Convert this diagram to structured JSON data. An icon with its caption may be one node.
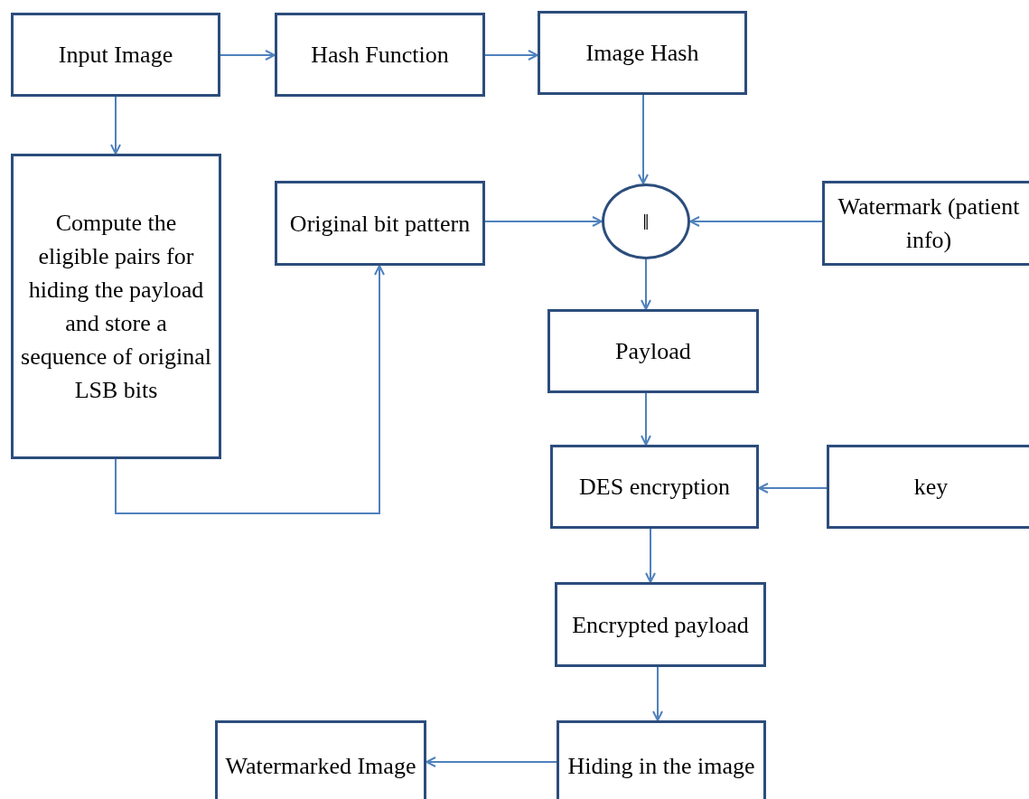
{
  "diagram": {
    "nodes": [
      {
        "text": [
          "Input Image"
        ]
      },
      {
        "text": [
          "Hash Function"
        ]
      },
      {
        "text": [
          "Image Hash"
        ]
      },
      {
        "text": [
          "Compute the eligible pairs for hiding the payload and store a sequence of original LSB bits"
        ]
      },
      {
        "text": [
          "Original bit pattern"
        ]
      },
      {
        "text": [
          "‖"
        ]
      },
      {
        "text": [
          "Watermark (patient info)"
        ]
      },
      {
        "text": [
          "Payload"
        ]
      },
      {
        "text": [
          "DES encryption"
        ]
      },
      {
        "text": [
          "key"
        ]
      },
      {
        "text": [
          "Encrypted payload"
        ]
      },
      {
        "text": [
          "Hiding in the image"
        ]
      },
      {
        "text": [
          "Watermarked Image"
        ]
      }
    ],
    "edges": [
      {
        "from": 0,
        "to": 1,
        "arrow": "to"
      },
      {
        "from": 1,
        "to": 2,
        "arrow": "to"
      },
      {
        "from": 0,
        "to": 3,
        "arrow": "to"
      },
      {
        "from": 3,
        "to": 4,
        "arrow": "to"
      },
      {
        "from": 2,
        "to": 5,
        "arrow": "to"
      },
      {
        "from": 4,
        "to": 5,
        "arrow": "to"
      },
      {
        "from": 6,
        "to": 5,
        "arrow": "to"
      },
      {
        "from": 5,
        "to": 7,
        "arrow": "to"
      },
      {
        "from": 7,
        "to": 8,
        "arrow": "to"
      },
      {
        "from": 9,
        "to": 8,
        "arrow": "to"
      },
      {
        "from": 8,
        "to": 10,
        "arrow": "to"
      },
      {
        "from": 10,
        "to": 11,
        "arrow": "to"
      },
      {
        "from": 11,
        "to": 12,
        "arrow": "to"
      }
    ]
  }
}
